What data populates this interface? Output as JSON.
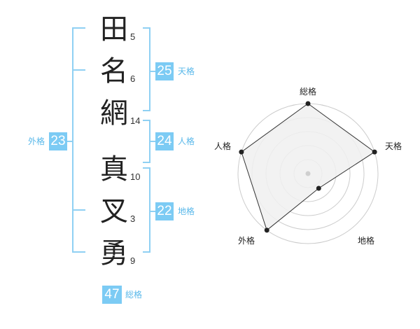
{
  "name": {
    "chars": [
      {
        "char": "田",
        "strokes": "5"
      },
      {
        "char": "名",
        "strokes": "6"
      },
      {
        "char": "網",
        "strokes": "14"
      },
      {
        "char": "真",
        "strokes": "10"
      },
      {
        "char": "叉",
        "strokes": "3"
      },
      {
        "char": "勇",
        "strokes": "9"
      }
    ]
  },
  "scores": {
    "tenkaku": {
      "value": "25",
      "label": "天格"
    },
    "jinkaku": {
      "value": "24",
      "label": "人格"
    },
    "chikaku": {
      "value": "22",
      "label": "地格"
    },
    "gaikaku": {
      "value": "23",
      "label": "外格"
    },
    "soukaku": {
      "value": "47",
      "label": "総格"
    }
  },
  "chart_data": {
    "type": "radar",
    "axes": [
      "総格",
      "天格",
      "地格",
      "外格",
      "人格"
    ],
    "values": [
      5,
      5,
      1.3,
      5,
      5
    ],
    "max": 5,
    "rings": 5,
    "colors": {
      "fill": "#f0f0f0",
      "line": "#333333",
      "ring": "#cccccc",
      "point": "#222222"
    }
  },
  "colors": {
    "accent": "#7ccbf4",
    "bracket": "#8fd0f3"
  }
}
